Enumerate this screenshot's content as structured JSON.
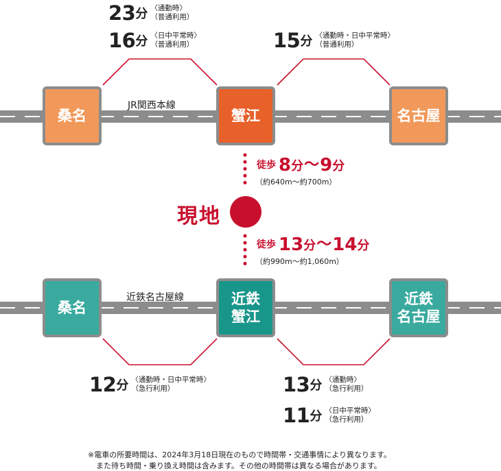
{
  "jr": {
    "line_name": "JR関西本線",
    "stations": {
      "left": "桑名",
      "center": "蟹江",
      "right": "名古屋"
    },
    "left_times": [
      {
        "num": "23",
        "unit": "分",
        "cond1": "〈通勤時〉",
        "cond2": "（普通利用）"
      },
      {
        "num": "16",
        "unit": "分",
        "cond1": "〈日中平常時〉",
        "cond2": "（普通利用）"
      }
    ],
    "right_times": [
      {
        "num": "15",
        "unit": "分",
        "cond1": "〈通勤時・日中平常時〉",
        "cond2": "（普通利用）"
      }
    ]
  },
  "walk_jr": {
    "label": "徒歩",
    "min1": "8",
    "unit1": "分",
    "tilde": "〜",
    "min2": "9",
    "unit2": "分",
    "distance": "（約640m〜約700m）"
  },
  "site": {
    "label": "現地",
    "color": "#c8102e"
  },
  "walk_kintetsu": {
    "label": "徒歩",
    "min1": "13",
    "unit1": "分",
    "tilde": "〜",
    "min2": "14",
    "unit2": "分",
    "distance": "（約990m〜約1,060m）"
  },
  "kintetsu": {
    "line_name": "近鉄名古屋線",
    "stations": {
      "left": "桑名",
      "center_line1": "近鉄",
      "center_line2": "蟹江",
      "right_line1": "近鉄",
      "right_line2": "名古屋"
    },
    "left_times": [
      {
        "num": "12",
        "unit": "分",
        "cond1": "〈通勤時・日中平常時〉",
        "cond2": "（急行利用）"
      }
    ],
    "right_times": [
      {
        "num": "13",
        "unit": "分",
        "cond1": "〈通勤時〉",
        "cond2": "（急行利用）"
      },
      {
        "num": "11",
        "unit": "分",
        "cond1": "〈日中平常時〉",
        "cond2": "（急行利用）"
      }
    ]
  },
  "notes": {
    "line1": "※電車の所要時間は、2024年3月18日現在のもので時間帯・交通事情により異なります。",
    "line2": "また待ち時間・乗り換え時間は含みます。その他の時間帯は異なる場合があります。"
  },
  "colors": {
    "accent_red": "#c8102e",
    "jr_orange": "#f1995a",
    "jr_main": "#e8602a",
    "kintetsu_teal": "#3aaa9f",
    "kintetsu_main": "#18968a",
    "rail_gray": "#8c8c8c"
  }
}
